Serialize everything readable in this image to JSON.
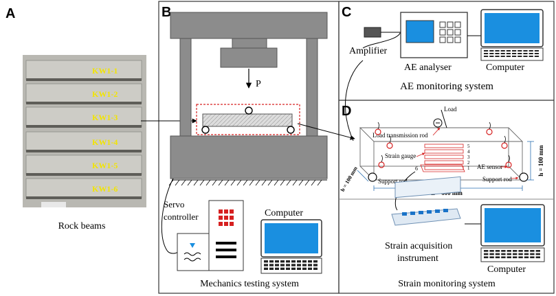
{
  "panels": {
    "a": {
      "letter": "A",
      "caption": "Rock beams",
      "specimens": [
        "KW1-1",
        "KW1-2",
        "KW1-3",
        "KW1-4",
        "KW1-5",
        "KW1-6"
      ]
    },
    "b": {
      "letter": "B",
      "load_label": "P",
      "servo_label_line1": "Servo",
      "servo_label_line2": "controller",
      "computer_label": "Computer",
      "caption": "Mechanics testing system"
    },
    "c": {
      "letter": "C",
      "amplifier_label": "Amplifier",
      "analyser_label": "AE analyser",
      "computer_label": "Computer",
      "caption": "AE monitoring system"
    },
    "d": {
      "letter": "D",
      "load_label": "Load",
      "load_rod_label": "Load transmission rod",
      "strain_gauge_label": "Strain gauge",
      "ae_sensor_label": "AE sensor",
      "support_rod_left": "Support rod",
      "support_rod_right": "Support rod",
      "gauge_numbers": [
        "5",
        "4",
        "3",
        "2",
        "1"
      ],
      "gauge_number_side": "6",
      "dim_height": "h = 100 mm",
      "dim_width": "b = 100 mm",
      "dim_length": "L = 600 mm",
      "instrument_line1": "Strain acquisition",
      "instrument_line2": "instrument",
      "computer_label": "Computer",
      "caption": "Strain monitoring system"
    }
  },
  "colors": {
    "accent_red": "#d62020",
    "label_yellow": "#f2e400",
    "screen_blue": "#1a8fe0",
    "frame_gray": "#8c8c8c"
  }
}
